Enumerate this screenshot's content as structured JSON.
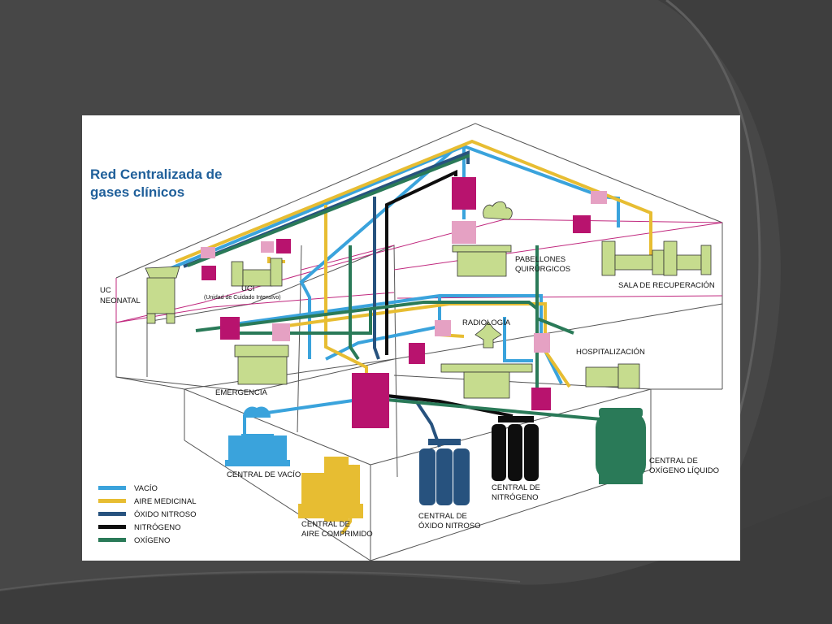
{
  "title_line1": "Red Centralizada de",
  "title_line2": "gases clínicos",
  "colors": {
    "vacio": "#3aa3dc",
    "aire": "#e7bd32",
    "oxido": "#27527e",
    "nitrogeno": "#0e0e0e",
    "oxigeno": "#2a7a58",
    "equipment": "#c6dc8e",
    "valve_dark": "#b8136e",
    "valve_light": "#e5a1c3",
    "building": "#555555",
    "highlight": "#c0287e"
  },
  "rooms": {
    "uc_neonatal_1": "UC",
    "uc_neonatal_2": "NEONATAL",
    "uci": "UCI",
    "uci_sub": "(Unidad de Cuidado Intensivo)",
    "pabellones_1": "PABELLONES",
    "pabellones_2": "QUIRÚRGICOS",
    "sala_recuperacion": "SALA DE RECUPERACIÓN",
    "radiologia": "RADIOLOGÍA",
    "hospitalizacion": "HOSPITALIZACIÓN",
    "emergencia": "EMERGENCIA"
  },
  "centrals": {
    "vacio": "CENTRAL DE VACÍO",
    "aire_1": "CENTRAL DE",
    "aire_2": "AIRE COMPRIMIDO",
    "oxido_1": "CENTRAL DE",
    "oxido_2": "ÓXIDO NITROSO",
    "nitrogeno_1": "CENTRAL DE",
    "nitrogeno_2": "NITRÓGENO",
    "oxigeno_1": "CENTRAL DE",
    "oxigeno_2": "OXÍGENO LÍQUIDO"
  },
  "legend": [
    {
      "label": "VACÍO",
      "color": "#3aa3dc"
    },
    {
      "label": "AIRE MEDICINAL",
      "color": "#e7bd32"
    },
    {
      "label": "ÓXIDO NITROSO",
      "color": "#27527e"
    },
    {
      "label": "NITRÓGENO",
      "color": "#0e0e0e"
    },
    {
      "label": "OXÍGENO",
      "color": "#2a7a58"
    }
  ]
}
